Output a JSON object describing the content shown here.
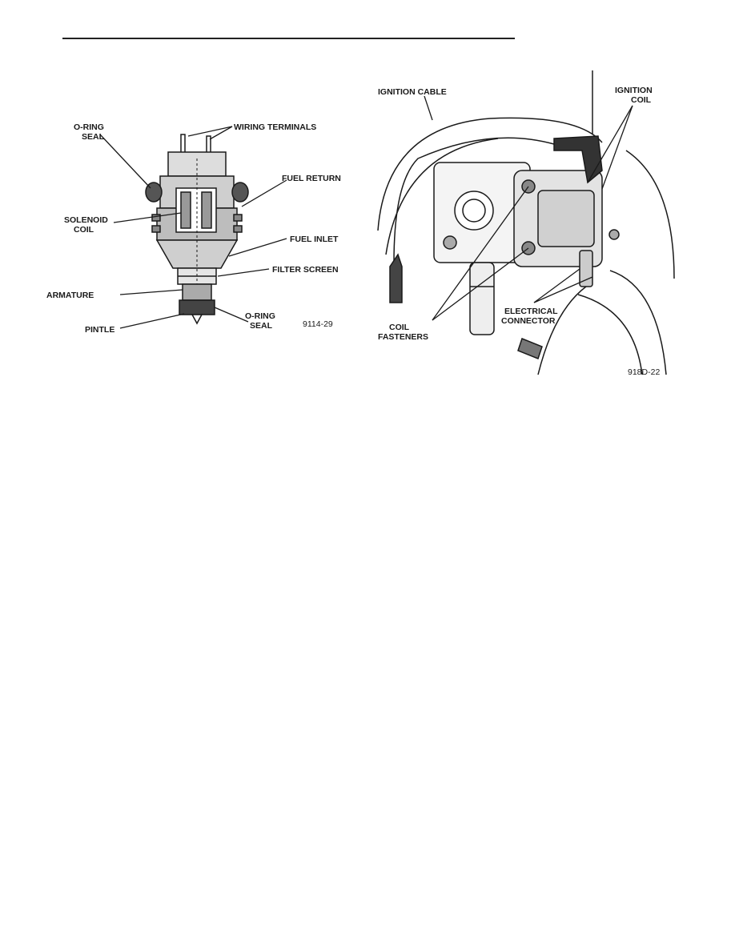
{
  "figure_injector": {
    "labels": {
      "o_ring_seal_top_1": "O-RING",
      "o_ring_seal_top_2": "SEAL",
      "wiring_terminals": "WIRING TERMINALS",
      "fuel_return": "FUEL RETURN",
      "solenoid_coil_1": "SOLENOID",
      "solenoid_coil_2": "COIL",
      "fuel_inlet": "FUEL INLET",
      "filter_screen": "FILTER SCREEN",
      "armature": "ARMATURE",
      "pintle": "PINTLE",
      "o_ring_seal_bottom_1": "O-RING",
      "o_ring_seal_bottom_2": "SEAL"
    },
    "figure_number": "9114-29"
  },
  "figure_coil": {
    "labels": {
      "ignition_cable": "IGNITION CABLE",
      "ignition_coil_1": "IGNITION",
      "ignition_coil_2": "COIL",
      "coil_fasteners_1": "COIL",
      "coil_fasteners_2": "FASTENERS",
      "electrical_connector_1": "ELECTRICAL",
      "electrical_connector_2": "CONNECTOR"
    },
    "figure_number": "918D-22"
  }
}
